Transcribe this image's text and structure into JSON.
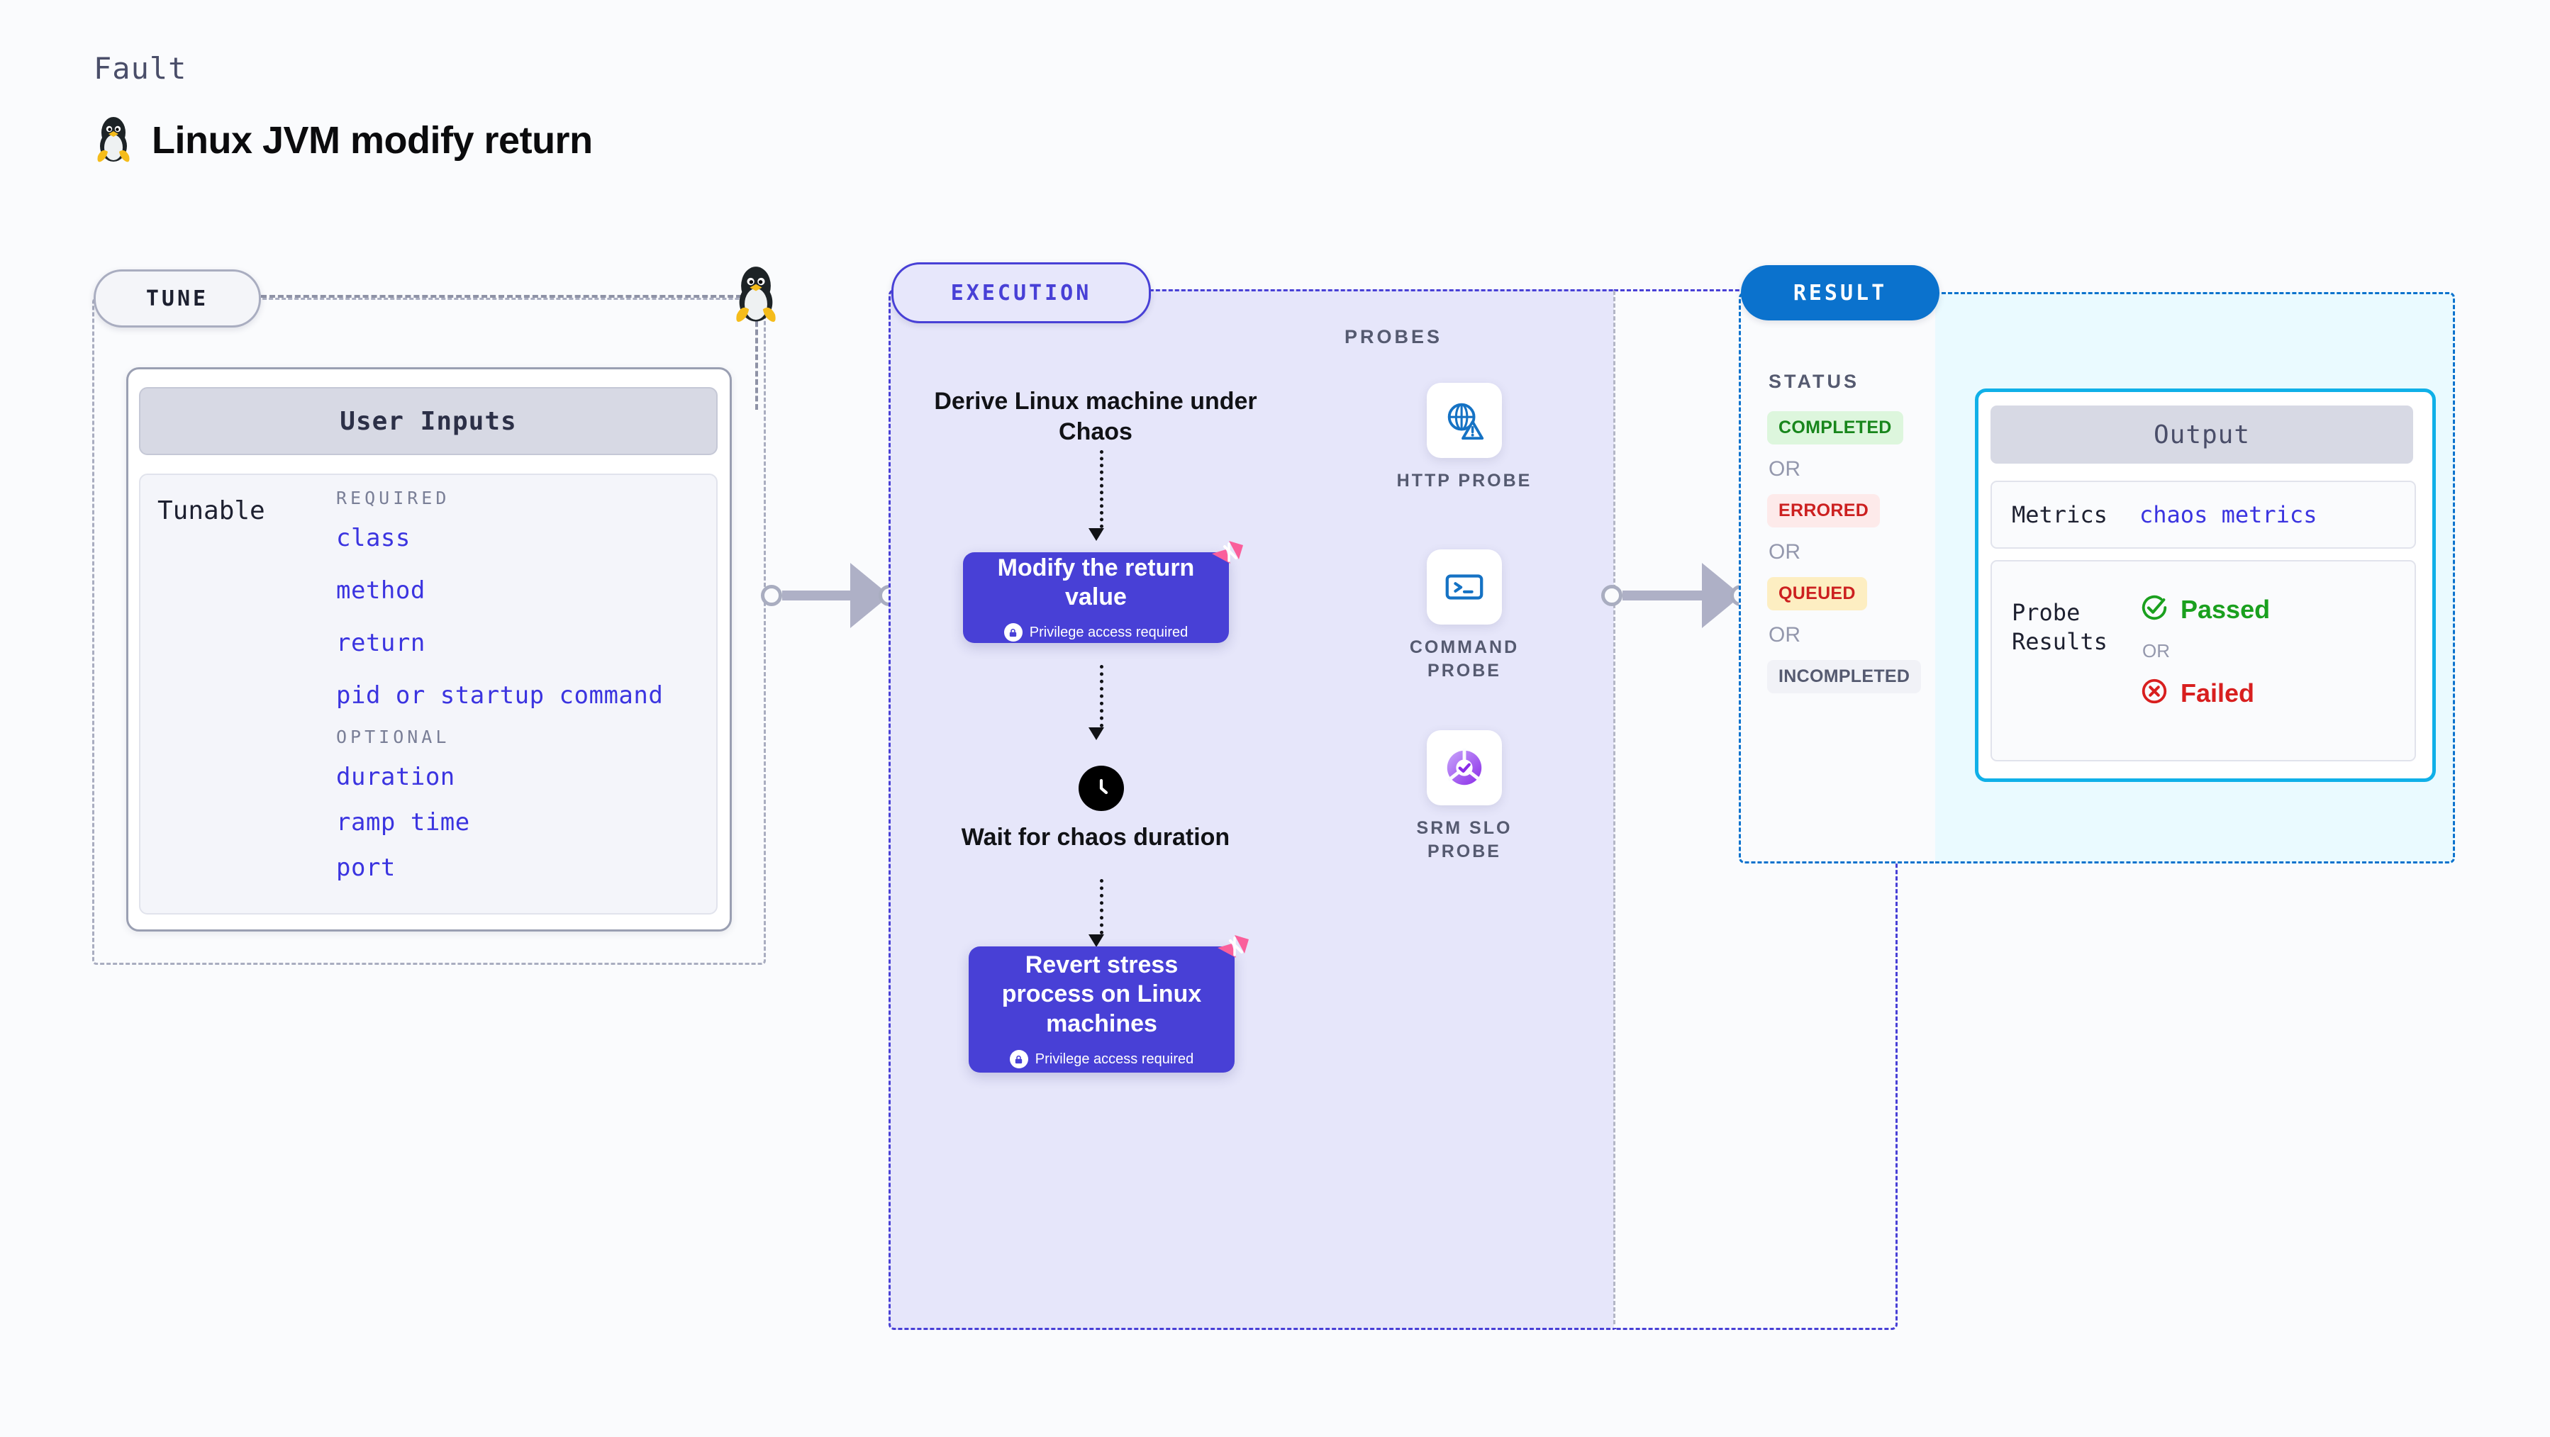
{
  "header": {
    "kicker": "Fault",
    "title": "Linux JVM modify return",
    "icon": "linux-penguin-icon"
  },
  "tune": {
    "pill_label": "TUNE",
    "leader_icon": "linux-penguin-icon",
    "card_header": "User Inputs",
    "tunable_label": "Tunable",
    "groups": [
      {
        "heading": "REQUIRED",
        "params": [
          "class",
          "method",
          "return",
          "pid or startup command"
        ]
      },
      {
        "heading": "OPTIONAL",
        "params": [
          "duration",
          "ramp time",
          "port"
        ]
      }
    ]
  },
  "execution": {
    "pill_label": "EXECUTION",
    "steps": [
      {
        "kind": "text",
        "label": "Derive Linux machine under Chaos"
      },
      {
        "kind": "action",
        "label": "Modify the return value",
        "privilege_note": "Privilege access required",
        "privilege_icon": "lock-icon",
        "corner_icon": "harness-chaos-logo-icon"
      },
      {
        "kind": "wait",
        "icon": "clock-icon",
        "label": "Wait for chaos duration"
      },
      {
        "kind": "action",
        "label": "Revert stress process on Linux machines",
        "privilege_note": "Privilege access required",
        "privilege_icon": "lock-icon",
        "corner_icon": "harness-chaos-logo-icon"
      }
    ]
  },
  "probes": {
    "title": "PROBES",
    "items": [
      {
        "label": "HTTP PROBE",
        "icon": "globe-warning-icon"
      },
      {
        "label": "COMMAND PROBE",
        "icon": "terminal-icon"
      },
      {
        "label": "SRM SLO PROBE",
        "icon": "slo-donut-check-icon"
      }
    ]
  },
  "result": {
    "pill_label": "RESULT",
    "status_title": "STATUS",
    "or_label": "OR",
    "statuses": [
      {
        "label": "COMPLETED",
        "bg": "#ddf6dd",
        "fg": "#18861c"
      },
      {
        "label": "ERRORED",
        "bg": "#fdeaea",
        "fg": "#cc2020"
      },
      {
        "label": "QUEUED",
        "bg": "#fdeec2",
        "fg": "#cc2020"
      },
      {
        "label": "INCOMPLETED",
        "bg": "#f1f2f7",
        "fg": "#555a70"
      }
    ]
  },
  "output": {
    "header": "Output",
    "metrics_label": "Metrics",
    "metrics_value": "chaos metrics",
    "probe_results_label": "Probe Results",
    "or_label": "OR",
    "passed_label": "Passed",
    "passed_icon": "check-circle-icon",
    "failed_label": "Failed",
    "failed_icon": "x-circle-icon"
  },
  "colors": {
    "accent_purple": "#4840d6",
    "accent_blue": "#0b72cd",
    "accent_cyan": "#10b0e8",
    "param_blue": "#3b34e0",
    "pink_logo": "#fa5f9b",
    "grey_border": "#a9adc0",
    "exec_bg": "#e6e6fa",
    "output_bg": "#eafaff"
  }
}
